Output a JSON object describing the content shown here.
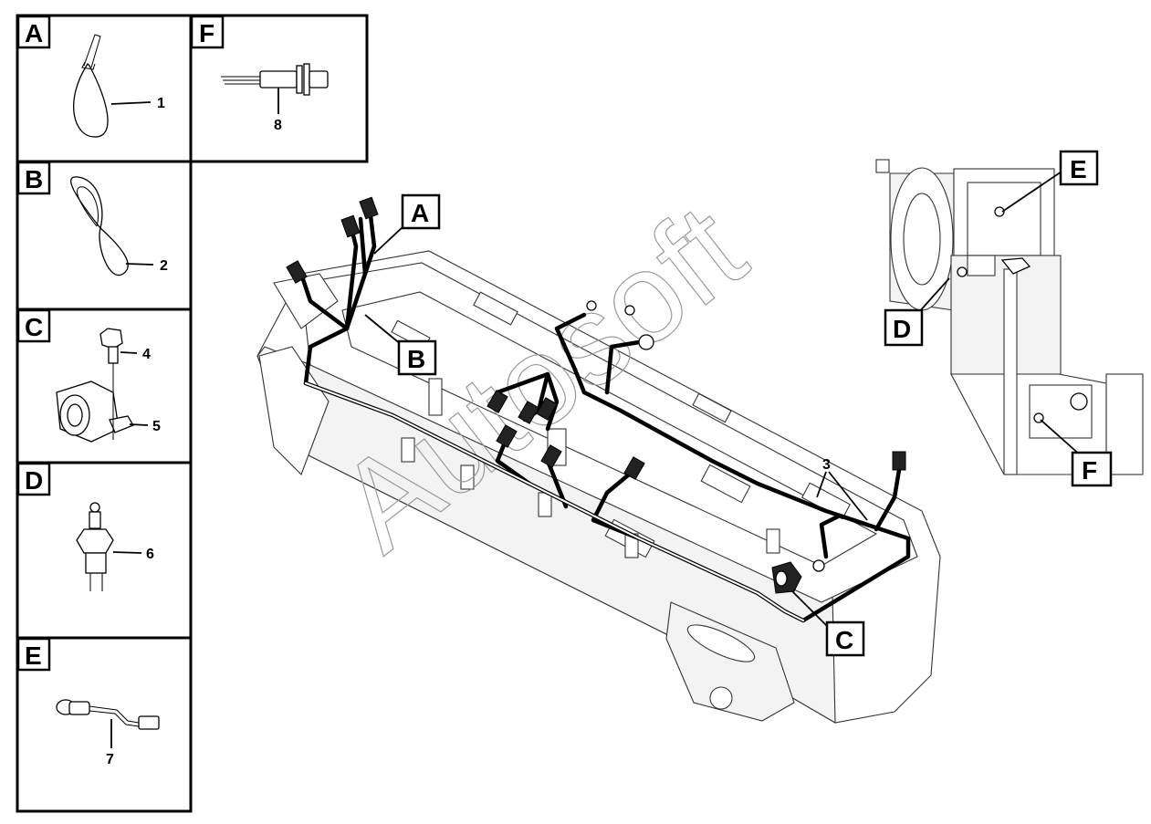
{
  "watermark": "Autosoft",
  "detail_boxes": [
    {
      "letter": "A",
      "part_number": "1"
    },
    {
      "letter": "F",
      "part_number": "8"
    },
    {
      "letter": "B",
      "part_number": "2"
    },
    {
      "letter": "C",
      "part_numbers": [
        "4",
        "5"
      ]
    },
    {
      "letter": "D",
      "part_number": "6"
    },
    {
      "letter": "E",
      "part_number": "7"
    }
  ],
  "main_view": {
    "callouts": [
      "A",
      "B",
      "C"
    ],
    "harness_number": "3"
  },
  "inset_view": {
    "callouts": [
      "E",
      "D",
      "F"
    ]
  }
}
